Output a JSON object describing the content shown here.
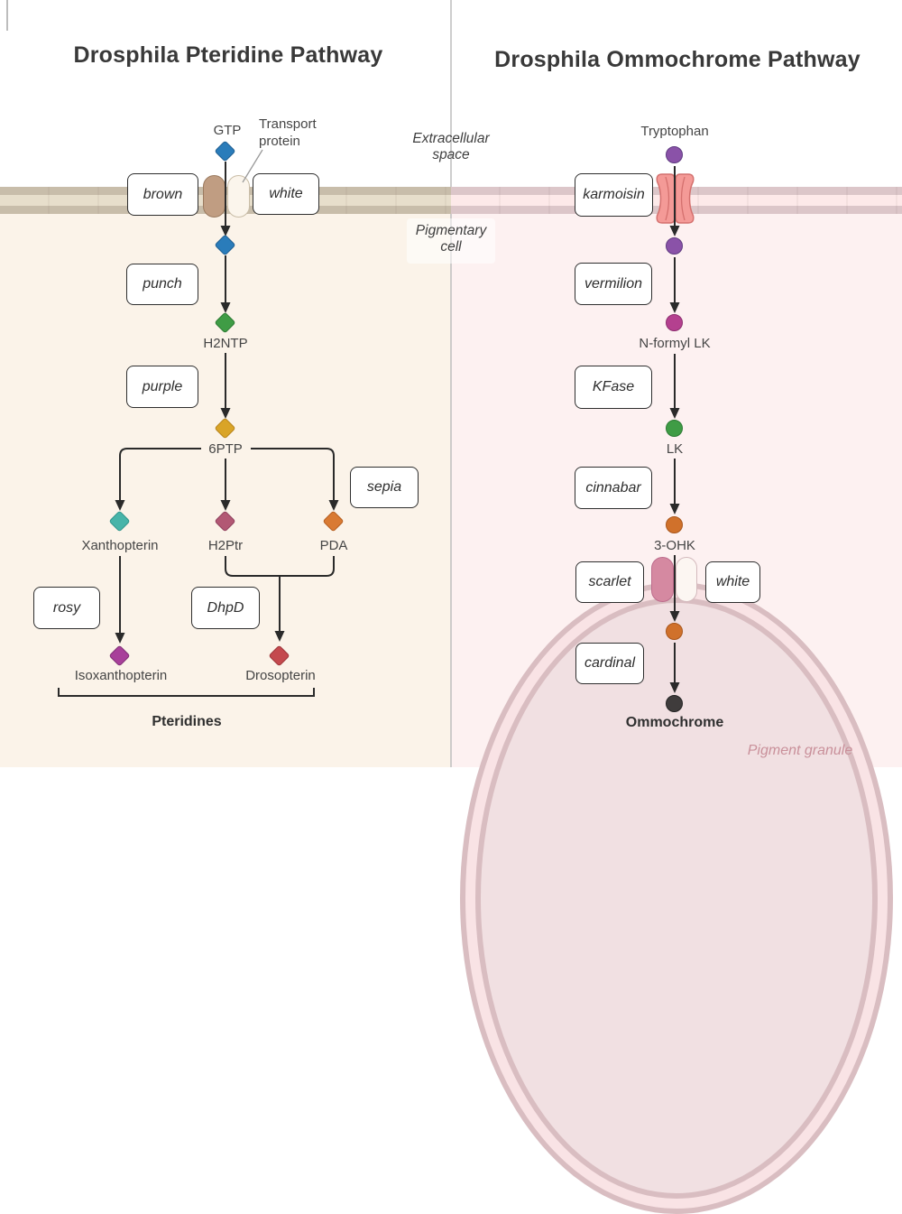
{
  "titles": {
    "left": "Drosphila Pteridine Pathway",
    "right": "Drosphila Ommochrome Pathway"
  },
  "compartments": {
    "extracellular_line1": "Extracellular",
    "extracellular_line2": "space",
    "pigmentary_line1": "Pigmentary",
    "pigmentary_line2": "cell",
    "pigment_granule": "Pigment granule"
  },
  "left": {
    "transport_label_line1": "Transport",
    "transport_label_line2": "protein",
    "genes": {
      "brown": "brown",
      "white": "white",
      "punch": "punch",
      "purple": "purple",
      "sepia": "sepia",
      "rosy": "rosy",
      "dhpd": "DhpD"
    },
    "molecules": {
      "gtp": "GTP",
      "h2ntp": "H2NTP",
      "sixptp": "6PTP",
      "xanthopterin": "Xanthopterin",
      "h2ptr": "H2Ptr",
      "pda": "PDA",
      "isoxanthopterin": "Isoxanthopterin",
      "drosopterin": "Drosopterin"
    },
    "group_label": "Pteridines"
  },
  "right": {
    "genes": {
      "karmoisin": "karmoisin",
      "vermilion": "vermilion",
      "kfase": "KFase",
      "cinnabar": "cinnabar",
      "scarlet": "scarlet",
      "white": "white",
      "cardinal": "cardinal"
    },
    "molecules": {
      "tryptophan": "Tryptophan",
      "nformyl": "N-formyl LK",
      "lk": "LK",
      "ohk": "3-OHK",
      "ommochrome": "Ommochrome"
    }
  },
  "colors": {
    "left_cell_bg": "#fbf3e9",
    "right_cell_bg": "#fdf1f1",
    "left_membrane_band": "#c8bdaa",
    "left_membrane_mid": "#e7decb",
    "right_membrane_band": "#dcc6c9",
    "right_membrane_mid": "#fde9e9",
    "granule_ring": "#d9bdc1",
    "granule_band": "#f9e3e5",
    "granule_interior": "#f1e0e2",
    "arrow": "#2a2a2a",
    "nodes": {
      "gtp": {
        "fill": "#2a7cba",
        "border": "#1f5e91"
      },
      "h2ntp": {
        "fill": "#3f9c45",
        "border": "#2c7a33"
      },
      "sixptp": {
        "fill": "#d9a428",
        "border": "#b7831a"
      },
      "xanthopterin": {
        "fill": "#47b4a9",
        "border": "#2f948a"
      },
      "h2ptr": {
        "fill": "#b25874",
        "border": "#8e3f5c"
      },
      "pda": {
        "fill": "#d97a33",
        "border": "#b45d1f"
      },
      "isoxanthopterin": {
        "fill": "#a8409a",
        "border": "#7e2d74"
      },
      "drosopterin": {
        "fill": "#c4494e",
        "border": "#9c3338"
      },
      "tryptophan": {
        "fill": "#8a52a8",
        "border": "#5e3a80"
      },
      "nformyl": {
        "fill": "#b4408f",
        "border": "#8c2d6e"
      },
      "lk": {
        "fill": "#3f9c45",
        "border": "#2c7a33"
      },
      "ohk": {
        "fill": "#d0712b",
        "border": "#a8561c"
      },
      "ommochrome": {
        "fill": "#3f3c3c",
        "border": "#232323"
      }
    },
    "transporters": {
      "brown_pill": {
        "fill": "#c09d82",
        "border": "#9b7b60"
      },
      "white_pill_left": {
        "fill": "#fbf5ec",
        "border": "#c9bda7"
      },
      "channel": {
        "fill": "#f49a97",
        "border": "#d4706e"
      },
      "scarlet_pill": {
        "fill": "#d589a1",
        "border": "#bd6d8d"
      },
      "white_pill_right": {
        "fill": "#fcf6f2",
        "border": "#d4babd"
      }
    }
  }
}
